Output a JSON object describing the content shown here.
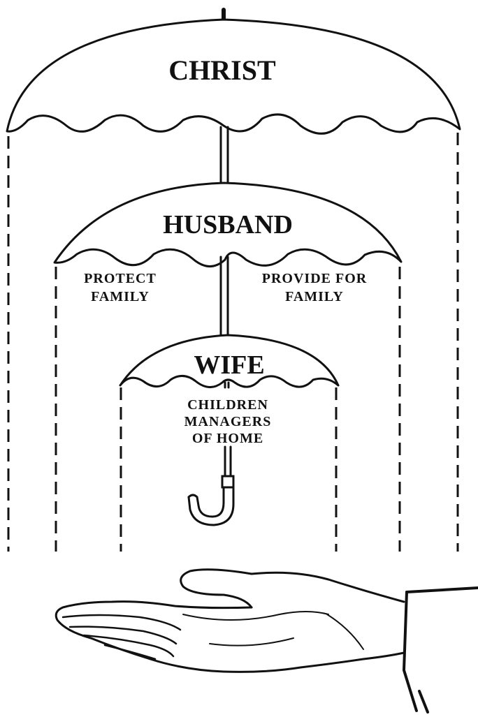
{
  "diagram": {
    "umbrellas": [
      {
        "label": "CHRIST",
        "notes": []
      },
      {
        "label": "HUSBAND",
        "notes": [
          [
            "PROTECT",
            "FAMILY"
          ],
          [
            "PROVIDE FOR",
            "FAMILY"
          ]
        ]
      },
      {
        "label": "WIFE",
        "notes": [
          [
            "CHILDREN",
            "MANAGERS",
            "OF HOME"
          ]
        ]
      }
    ]
  },
  "colors": {
    "ink": "#111111",
    "background": "#ffffff"
  },
  "icons": [
    "umbrella-christ-icon",
    "umbrella-husband-icon",
    "umbrella-wife-icon",
    "open-hand-icon"
  ]
}
